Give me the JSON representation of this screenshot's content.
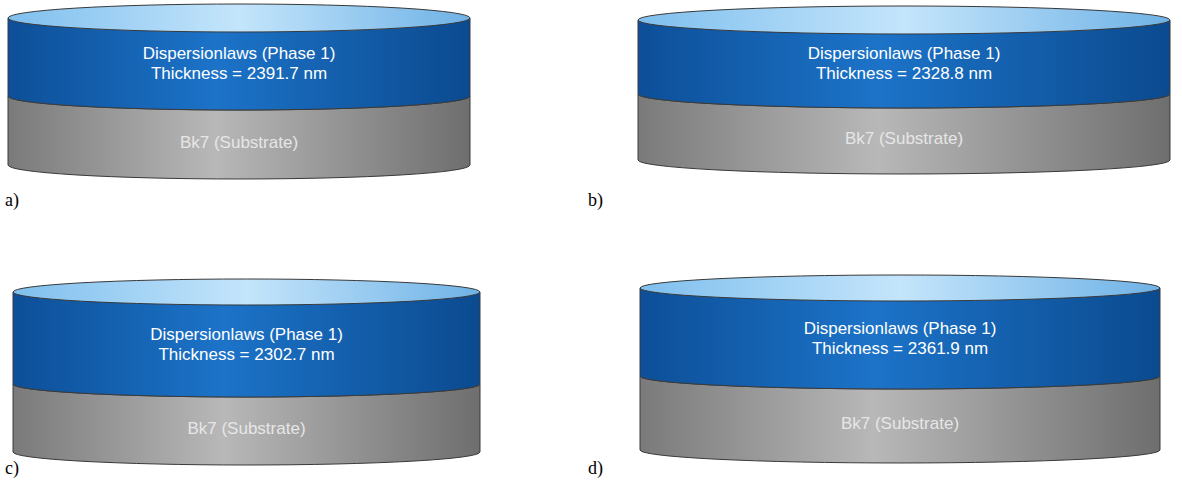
{
  "diagram": {
    "nodes": [
      {
        "text": [
          "Dispersionlaws (Phase 1)",
          "Thickness = 2391.7 nm"
        ]
      },
      {
        "text": [
          "Bk7 (Substrate)"
        ]
      },
      {
        "text": [
          "Dispersionlaws (Phase 1)",
          "Thickness = 2328.8 nm"
        ]
      },
      {
        "text": [
          "Bk7 (Substrate)"
        ]
      },
      {
        "text": [
          "Dispersionlaws (Phase 1)",
          "Thickness = 2302.7 nm"
        ]
      },
      {
        "text": [
          "Bk7 (Substrate)"
        ]
      },
      {
        "text": [
          "Dispersionlaws (Phase 1)",
          "Thickness = 2361.9 nm"
        ]
      },
      {
        "text": [
          "Bk7 (Substrate)"
        ]
      }
    ],
    "labels": [
      "a)",
      "b)",
      "c)",
      "d)"
    ]
  }
}
